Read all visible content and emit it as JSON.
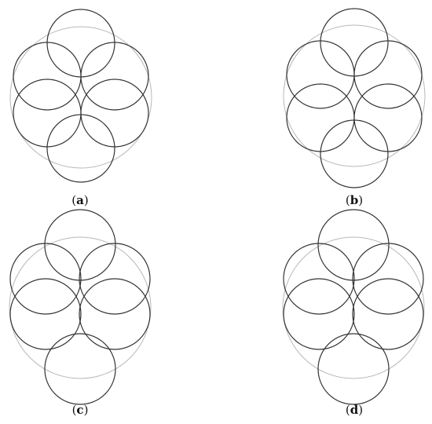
{
  "figure": {
    "panels": [
      {
        "id": "a",
        "label": "a"
      },
      {
        "id": "b",
        "label": "b"
      },
      {
        "id": "c",
        "label": "c"
      },
      {
        "id": "d",
        "label": "d"
      }
    ],
    "colors": {
      "small_circle_stroke": "#333333",
      "outer_circle_stroke": "#b8b8b8",
      "background": "#ffffff"
    }
  }
}
